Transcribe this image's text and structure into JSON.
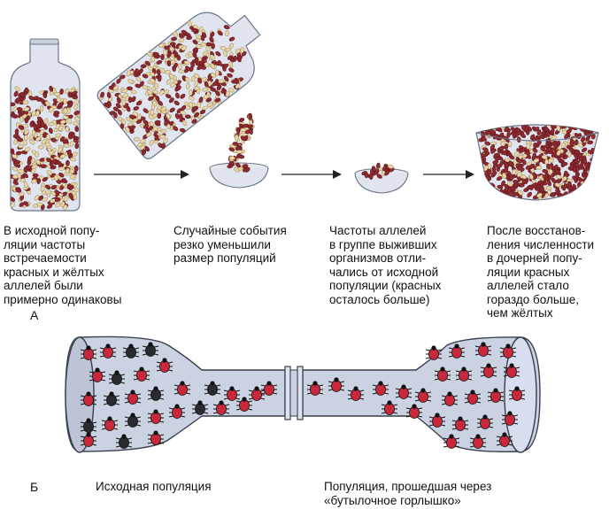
{
  "panel_a": {
    "label": "А",
    "captions": [
      "В исходной попу-\nляции частоты\nвстречаемости\nкрасных и жёлтых\nаллелей были\nпримерно одинаковы",
      "Случайные события\nрезко уменьшили\nразмер популяций",
      "Частоты аллелей\nв группе выживших\nорганизмов отли-\nчались от исходной\nпопуляции (красных\nосталось больше)",
      "После восстанов-\nления численности\nв дочерней попу-\nляции красных\nаллелей стало\nгораздо больше,\nчем жёлтых"
    ]
  },
  "panel_b": {
    "label": "Б",
    "left_caption": "Исходная популяция",
    "right_caption": "Популяция, прошедшая через\n«бутылочное горлышко»"
  },
  "colors": {
    "bean_red": "#8e2a2f",
    "bean_yellow": "#e8d6a8",
    "glass": "#cfd6e4",
    "beetle_red": "#c8283a",
    "beetle_black": "#2a2a32"
  }
}
